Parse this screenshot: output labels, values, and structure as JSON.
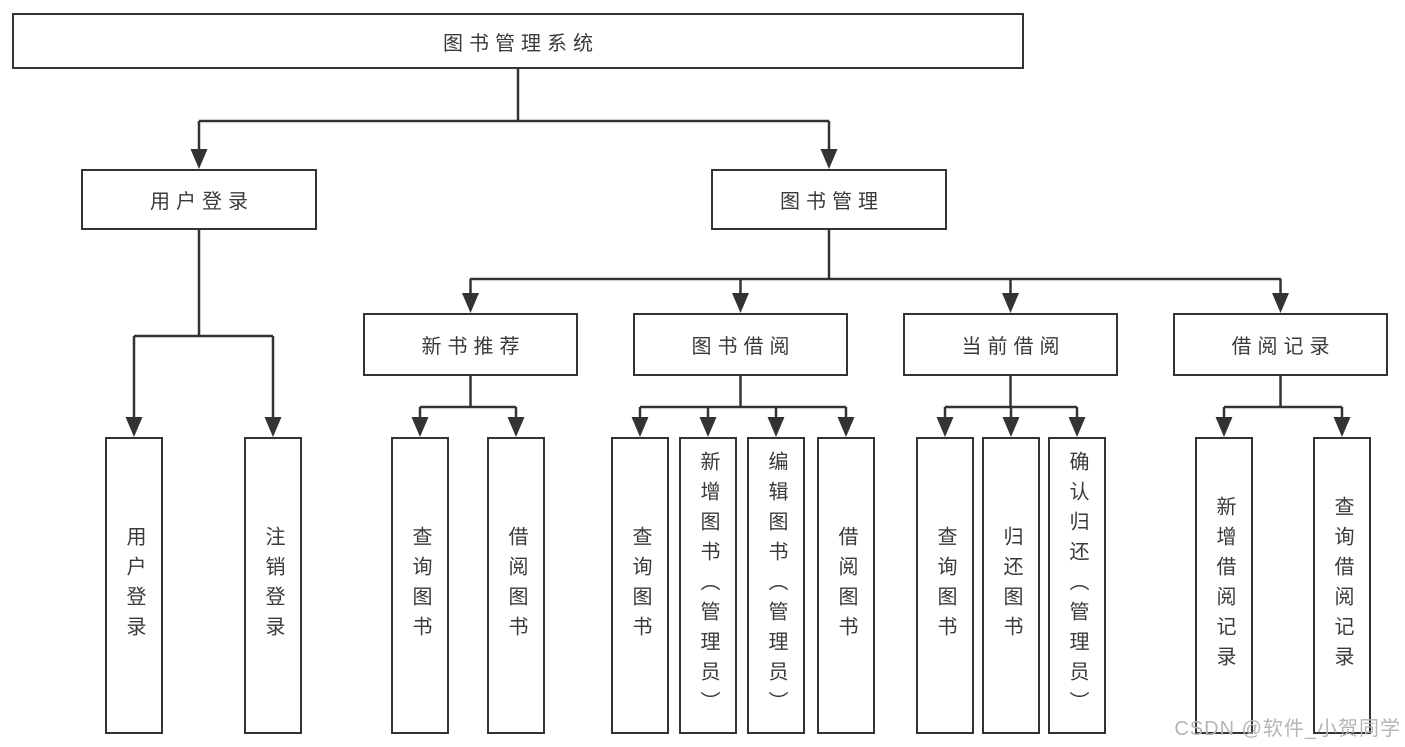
{
  "diagram_type": "hierarchy-structure-chart",
  "tree": {
    "label": "图书管理系统",
    "children": [
      {
        "label": "用户登录",
        "children": [
          {
            "label": "用户登录"
          },
          {
            "label": "注销登录"
          }
        ]
      },
      {
        "label": "图书管理",
        "children": [
          {
            "label": "新书推荐",
            "children": [
              {
                "label": "查询图书"
              },
              {
                "label": "借阅图书"
              }
            ]
          },
          {
            "label": "图书借阅",
            "children": [
              {
                "label": "查询图书"
              },
              {
                "label": "新增图书（管理员）"
              },
              {
                "label": "编辑图书（管理员）"
              },
              {
                "label": "借阅图书"
              }
            ]
          },
          {
            "label": "当前借阅",
            "children": [
              {
                "label": "查询图书"
              },
              {
                "label": "归还图书"
              },
              {
                "label": "确认归还（管理员）"
              }
            ]
          },
          {
            "label": "借阅记录",
            "children": [
              {
                "label": "新增借阅记录"
              },
              {
                "label": "查询借阅记录"
              }
            ]
          }
        ]
      }
    ]
  },
  "watermark": {
    "text": "CSDN @软件_小贺同学"
  },
  "colors": {
    "line": "#333333",
    "box_border": "#333333",
    "box_fill": "#ffffff",
    "text": "#3a3a3a",
    "watermark": "#b5b5b5",
    "background": "#ffffff"
  }
}
